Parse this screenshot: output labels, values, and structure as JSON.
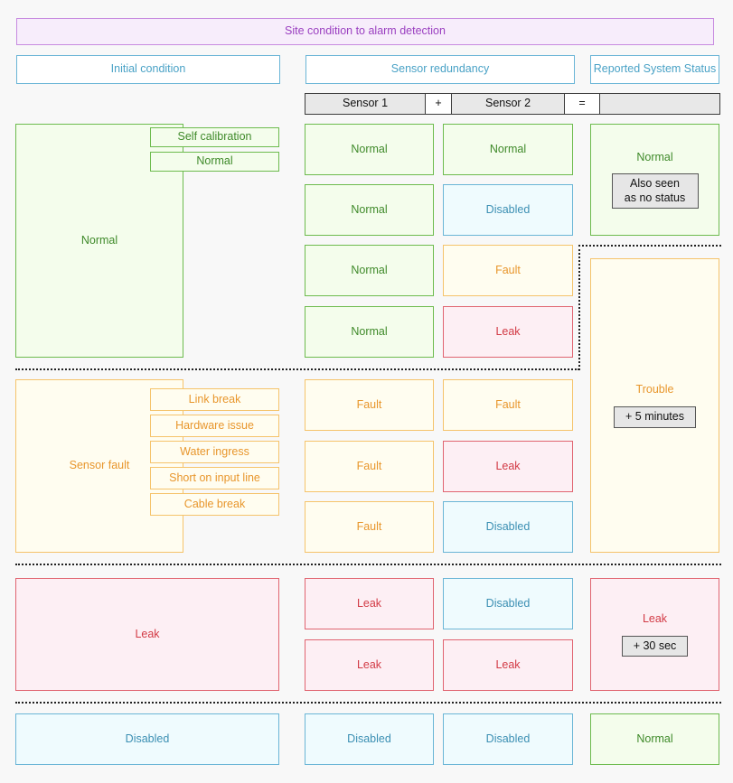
{
  "title": "Site condition to alarm detection",
  "headers": {
    "initial": "Initial condition",
    "redundancy": "Sensor redundancy",
    "reported": "Reported System Status"
  },
  "equation": {
    "sensor1": "Sensor 1",
    "plus": "+",
    "sensor2": "Sensor 2",
    "equals": "="
  },
  "initial": {
    "normal": "Normal",
    "normal_subs": [
      "Self calibration",
      "Normal"
    ],
    "fault": "Sensor fault",
    "fault_subs": [
      "Link break",
      "Hardware issue",
      "Water ingress",
      "Short on input line",
      "Cable break"
    ],
    "leak": "Leak",
    "disabled": "Disabled"
  },
  "rows": [
    {
      "s1": "Normal",
      "s2": "Normal"
    },
    {
      "s1": "Normal",
      "s2": "Disabled"
    },
    {
      "s1": "Normal",
      "s2": "Fault"
    },
    {
      "s1": "Normal",
      "s2": "Leak"
    },
    {
      "s1": "Fault",
      "s2": "Fault"
    },
    {
      "s1": "Fault",
      "s2": "Leak"
    },
    {
      "s1": "Fault",
      "s2": "Disabled"
    },
    {
      "s1": "Leak",
      "s2": "Disabled"
    },
    {
      "s1": "Leak",
      "s2": "Leak"
    },
    {
      "s1": "Disabled",
      "s2": "Disabled"
    }
  ],
  "status": {
    "normal": "Normal",
    "normal_note": "Also seen as no status",
    "trouble": "Trouble",
    "trouble_note": "+ 5 minutes",
    "leak": "Leak",
    "leak_note": "+ 30 sec",
    "disabled_result": "Normal"
  },
  "colors": {
    "normal": "#6dbb4e",
    "disabled": "#6ab5d6",
    "fault": "#f5c36b",
    "leak": "#e06470",
    "title": "#c78be0"
  }
}
